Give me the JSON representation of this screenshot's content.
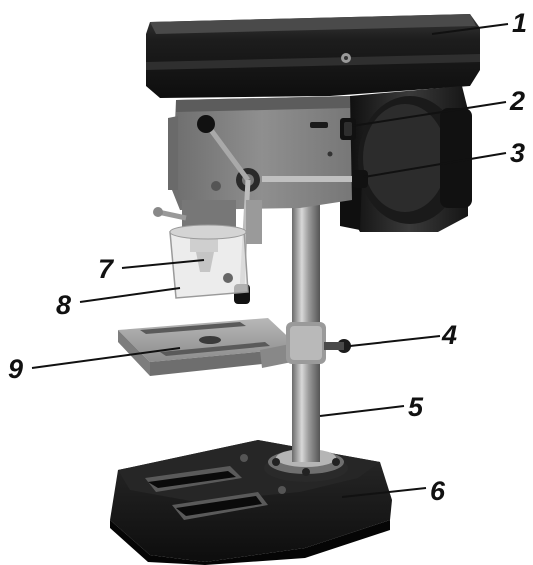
{
  "diagram": {
    "subject": "bench-drill-press",
    "callouts": [
      {
        "id": "1",
        "label": "1"
      },
      {
        "id": "2",
        "label": "2"
      },
      {
        "id": "3",
        "label": "3"
      },
      {
        "id": "4",
        "label": "4"
      },
      {
        "id": "5",
        "label": "5"
      },
      {
        "id": "6",
        "label": "6"
      },
      {
        "id": "7",
        "label": "7"
      },
      {
        "id": "8",
        "label": "8"
      },
      {
        "id": "9",
        "label": "9"
      }
    ]
  },
  "colors": {
    "background": "#ffffff",
    "dark_metal": "#1c1c1c",
    "grey_metal": "#8a8a8a",
    "light_metal": "#c4c4c4",
    "table": "#a8a8a8",
    "leader_line": "#111111"
  }
}
